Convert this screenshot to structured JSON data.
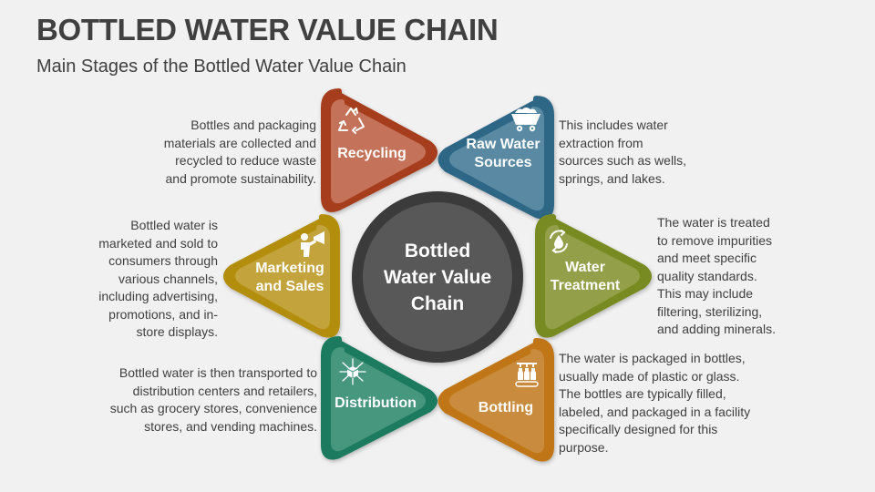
{
  "header": {
    "title": "BOTTLED WATER VALUE CHAIN",
    "subtitle": "Main Stages of the Bottled Water Value Chain"
  },
  "center": {
    "label": "Bottled Water Value Chain",
    "lines": [
      "Bottled",
      "Water Value",
      "Chain"
    ],
    "color": "#595959",
    "border_color": "#3b3b3b"
  },
  "stages": [
    {
      "id": "recycling",
      "lines": [
        "Recycling"
      ],
      "icon": "recycle-icon",
      "fill": "#c4735a",
      "border": "#a63e1f",
      "description": "Bottles and packaging materials are collected and recycled to reduce waste and promote sustainability.",
      "desc_lines": [
        "Bottles and packaging",
        "materials are collected and",
        "recycled to reduce waste",
        "and promote sustainability."
      ]
    },
    {
      "id": "raw-water-sources",
      "lines": [
        "Raw Water",
        "Sources"
      ],
      "icon": "mine-cart-icon",
      "fill": "#5a8aa3",
      "border": "#2e6686",
      "description": "This includes water extraction from sources such as wells, springs, and lakes.",
      "desc_lines": [
        "This includes water",
        "extraction from",
        "sources such as wells,",
        "springs, and lakes."
      ]
    },
    {
      "id": "water-treatment",
      "lines": [
        "Water",
        "Treatment"
      ],
      "icon": "water-drop-cycle-icon",
      "fill": "#93a04a",
      "border": "#788a20",
      "description": "The water is treated to remove impurities and meet specific quality standards. This may include filtering, sterilizing, and adding minerals.",
      "desc_lines": [
        "The water is treated",
        "to remove impurities",
        "and meet specific",
        "quality standards.",
        "This may include",
        "filtering, sterilizing,",
        "and adding minerals."
      ]
    },
    {
      "id": "bottling",
      "lines": [
        "Bottling"
      ],
      "icon": "bottling-line-icon",
      "fill": "#c98b3c",
      "border": "#c07612",
      "description": "The water is packaged in bottles, usually made of plastic or glass. The bottles are typically filled, labeled, and packaged in a facility specifically designed for this purpose.",
      "desc_lines": [
        "The water is packaged in bottles,",
        "usually made of plastic or glass.",
        "The bottles are typically filled,",
        "labeled, and packaged in a facility",
        "specifically designed for this",
        "purpose."
      ]
    },
    {
      "id": "distribution",
      "lines": [
        "Distribution"
      ],
      "icon": "distribution-network-icon",
      "fill": "#47967e",
      "border": "#1b7a5e",
      "description": "Bottled water is then transported to distribution centers and retailers, such as grocery stores, convenience stores, and vending machines.",
      "desc_lines": [
        "Bottled water is then transported to",
        "distribution centers and retailers,",
        "such as grocery stores, convenience",
        "stores, and vending machines."
      ]
    },
    {
      "id": "marketing-and-sales",
      "lines": [
        "Marketing",
        "and Sales"
      ],
      "icon": "megaphone-person-icon",
      "fill": "#c3a33a",
      "border": "#b38e0d",
      "description": "Bottled water is marketed and sold to consumers through various channels, including advertising, promotions, and in-store displays.",
      "desc_lines": [
        "Bottled water is",
        "marketed and sold to",
        "consumers through",
        "various channels,",
        "including advertising,",
        "promotions, and in-",
        "store displays."
      ]
    }
  ]
}
